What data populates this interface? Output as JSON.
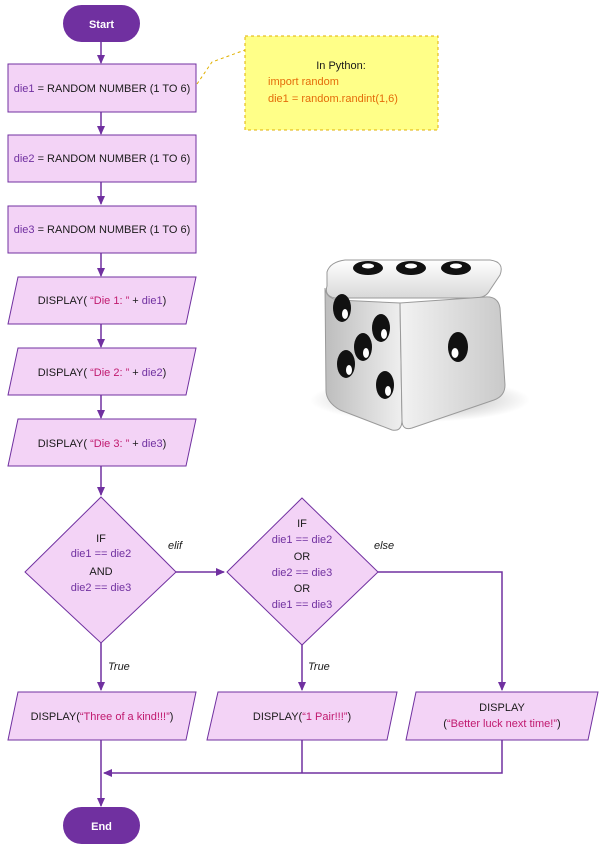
{
  "terminals": {
    "start": "Start",
    "end": "End"
  },
  "process": [
    {
      "var": "die1",
      "rest": " = RANDOM NUMBER (1 TO 6)"
    },
    {
      "var": "die2",
      "rest": " = RANDOM NUMBER (1 TO 6)"
    },
    {
      "var": "die3",
      "rest": " = RANDOM NUMBER (1 TO 6)"
    }
  ],
  "displays": [
    {
      "pre": "DISPLAY( ",
      "str": "“Die 1: ”",
      "plus": " + ",
      "var": "die1",
      "post": ")"
    },
    {
      "pre": "DISPLAY( ",
      "str": "“Die 2: ”",
      "plus": " + ",
      "var": "die2",
      "post": ")"
    },
    {
      "pre": "DISPLAY( ",
      "str": "“Die 3: ”",
      "plus": " + ",
      "var": "die3",
      "post": ")"
    }
  ],
  "note": {
    "title": "In Python:",
    "line1": "import random",
    "line2": "die1 = random.randint(1,6)"
  },
  "decision1": {
    "if": "IF",
    "cond1": "die1 == die2",
    "and": "AND",
    "cond2": "die2 == die3"
  },
  "decision2": {
    "if": "IF",
    "cond1": "die1 == die2",
    "or1": "OR",
    "cond2": "die2 == die3",
    "or2": "OR",
    "cond3": "die1 == die3"
  },
  "edge_labels": {
    "elif": "elif",
    "else": "else",
    "true1": "True",
    "true2": "True"
  },
  "outputs": {
    "three": {
      "pre": "DISPLAY(",
      "str": "“Three of a kind!!!”",
      "post": ")"
    },
    "pair": {
      "pre": "DISPLAY(",
      "str": "“1 Pair!!!”",
      "post": ")"
    },
    "luck": {
      "line1": "DISPLAY",
      "open": "(",
      "str": "“Better luck next time!”",
      "close": ")"
    }
  },
  "colors": {
    "shape_fill": "#f3d3f6",
    "shape_stroke": "#7030a0",
    "terminal_fill": "#7030a0",
    "note_fill": "#ffff88",
    "note_stroke": "#e0b000",
    "string_color": "#c0196e",
    "python_color": "#e46c0a"
  },
  "icons": {
    "illustration": "dice-icon"
  }
}
